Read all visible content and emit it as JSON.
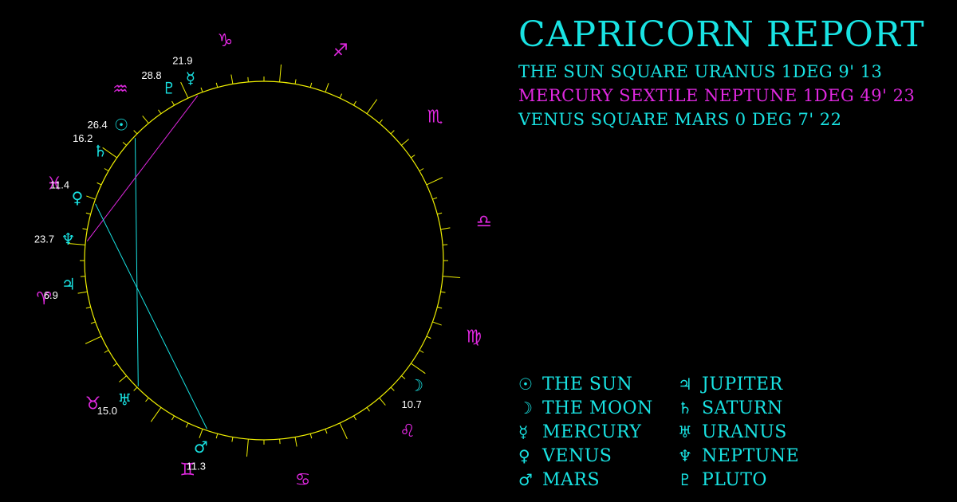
{
  "colors": {
    "cyan": "#19e3e3",
    "magenta": "#e028e0",
    "yellow": "#f0f000",
    "background": "#000000"
  },
  "report": {
    "title": "Capricorn Report",
    "aspects": [
      {
        "text": "The Sun square Uranus 1deg 9' 13",
        "color": "cyan"
      },
      {
        "text": "Mercury sextile Neptune 1deg 49' 23",
        "color": "magenta"
      },
      {
        "text": "Venus square Mars 0 deg 7' 22",
        "color": "cyan"
      }
    ]
  },
  "legend": [
    {
      "glyph": "☉",
      "label": "The Sun",
      "icon": "sun-icon"
    },
    {
      "glyph": "☽",
      "label": "The Moon",
      "icon": "moon-icon"
    },
    {
      "glyph": "☿",
      "label": "Mercury",
      "icon": "mercury-icon"
    },
    {
      "glyph": "♀",
      "label": "Venus",
      "icon": "venus-icon"
    },
    {
      "glyph": "♂",
      "label": "Mars",
      "icon": "mars-icon"
    },
    {
      "glyph": "♃",
      "label": "Jupiter",
      "icon": "jupiter-icon"
    },
    {
      "glyph": "♄",
      "label": "Saturn",
      "icon": "saturn-icon"
    },
    {
      "glyph": "♅",
      "label": "Uranus",
      "icon": "uranus-icon"
    },
    {
      "glyph": "♆",
      "label": "Neptune",
      "icon": "neptune-icon"
    },
    {
      "glyph": "♇",
      "label": "Pluto",
      "icon": "pluto-icon"
    }
  ],
  "zodiac": [
    {
      "sign": "aries",
      "glyph": "♈",
      "angle": 190
    },
    {
      "sign": "taurus",
      "glyph": "♉",
      "angle": 220
    },
    {
      "sign": "gemini",
      "glyph": "♊",
      "angle": 250
    },
    {
      "sign": "cancer",
      "glyph": "♋",
      "angle": 280
    },
    {
      "sign": "leo",
      "glyph": "♌",
      "angle": 310
    },
    {
      "sign": "virgo",
      "glyph": "♍",
      "angle": 340
    },
    {
      "sign": "libra",
      "glyph": "♎",
      "angle": 10
    },
    {
      "sign": "scorpio",
      "glyph": "♏",
      "angle": 40
    },
    {
      "sign": "sagittarius",
      "glyph": "♐",
      "angle": 70
    },
    {
      "sign": "capricorn",
      "glyph": "♑",
      "angle": 100
    },
    {
      "sign": "aquarius",
      "glyph": "♒",
      "angle": 130
    },
    {
      "sign": "pisces",
      "glyph": "♓",
      "angle": 160
    }
  ],
  "planets": [
    {
      "name": "sun",
      "glyph": "☉",
      "degree": "26.4",
      "angle": 136.4,
      "label_pos": "left"
    },
    {
      "name": "moon",
      "glyph": "☽",
      "degree": "10.7",
      "angle": 320.7,
      "label_pos": "below"
    },
    {
      "name": "mercury",
      "glyph": "☿",
      "degree": "21.9",
      "angle": 111.9,
      "label_pos": "above"
    },
    {
      "name": "venus",
      "glyph": "♀",
      "degree": "11.4",
      "angle": 161.4,
      "label_pos": "above-left"
    },
    {
      "name": "mars",
      "glyph": "♂",
      "degree": "11.3",
      "angle": 251.3,
      "label_pos": "below"
    },
    {
      "name": "jupiter",
      "glyph": "♃",
      "degree": "6.9",
      "angle": 186.9,
      "label_pos": "below-left"
    },
    {
      "name": "saturn",
      "glyph": "♄",
      "degree": "16.2",
      "angle": 146.2,
      "label_pos": "above-left"
    },
    {
      "name": "uranus",
      "glyph": "♅",
      "degree": "15.0",
      "angle": 225.0,
      "label_pos": "below-left"
    },
    {
      "name": "neptune",
      "glyph": "♆",
      "degree": "23.7",
      "angle": 173.7,
      "label_pos": "left"
    },
    {
      "name": "pluto",
      "glyph": "♇",
      "degree": "28.8",
      "angle": 118.8,
      "label_pos": "above-left"
    }
  ],
  "aspect_lines": [
    {
      "from": "sun",
      "to": "uranus",
      "color": "cyan"
    },
    {
      "from": "mercury",
      "to": "neptune",
      "color": "magenta"
    },
    {
      "from": "venus",
      "to": "mars",
      "color": "cyan"
    }
  ]
}
